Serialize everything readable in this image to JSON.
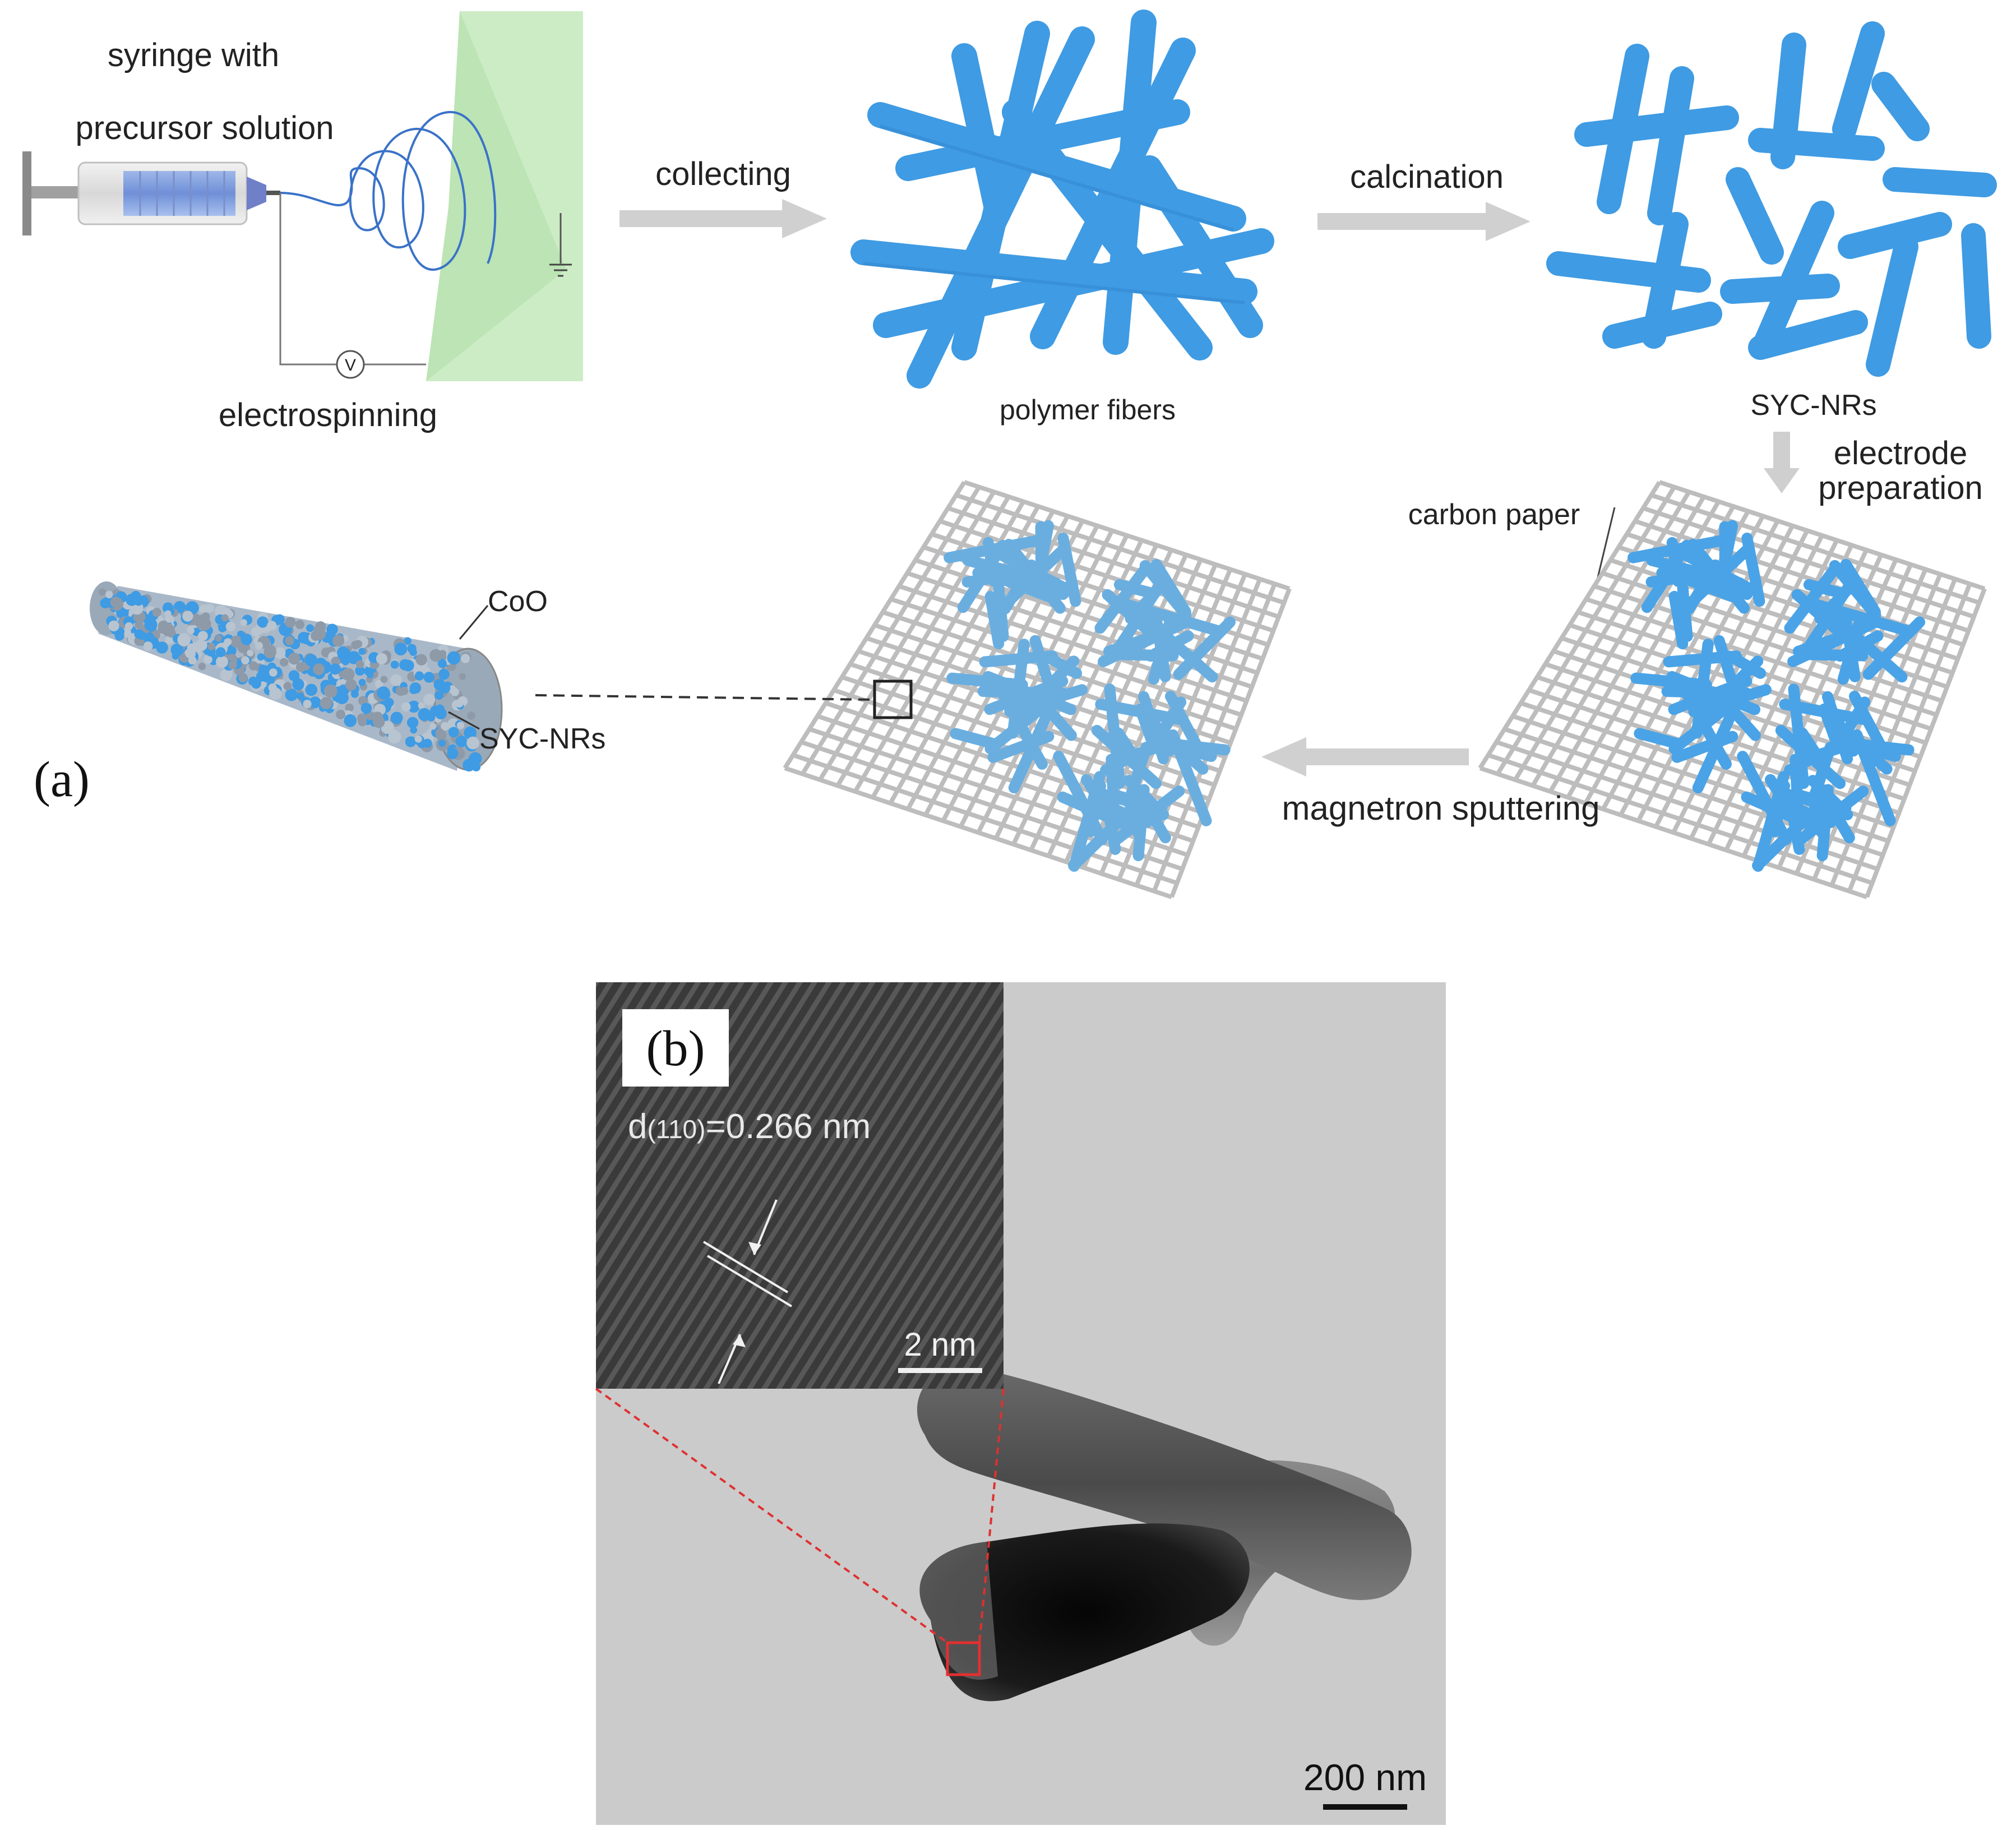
{
  "panel_a": {
    "panel_label": "(a)",
    "syringe_label_line1": "syringe with",
    "syringe_label_line2": "precursor solution",
    "electrospinning_label": "electrospinning",
    "voltage_symbol": "V",
    "collecting_label": "collecting",
    "polymer_fibers_label": "polymer fibers",
    "calcination_label": "calcination",
    "sycnrs_label": "SYC-NRs",
    "electrode_label_line1": "electrode",
    "electrode_label_line2": "preparation",
    "carbon_paper_label": "carbon paper",
    "magnetron_label": "magnetron sputtering",
    "coo_label": "CoO",
    "rod_sycnrs_label": "SYC-NRs"
  },
  "panel_b": {
    "panel_label": "(b)",
    "d_spacing_prefix": "d",
    "d_spacing_index": "(110)",
    "d_spacing_value": "=0.266 nm",
    "inset_scale_label": "2 nm",
    "main_scale_label": "200 nm"
  },
  "colors": {
    "fiber_blue": "#3f9be3",
    "fiber_dark": "#2a7cc4",
    "arrow_gray": "#cfcfcf",
    "grid_gray": "#bdbdbd",
    "collector_green": "#b8e6b2",
    "tem_background": "#c9c9c9",
    "zoom_red": "#e03030"
  }
}
